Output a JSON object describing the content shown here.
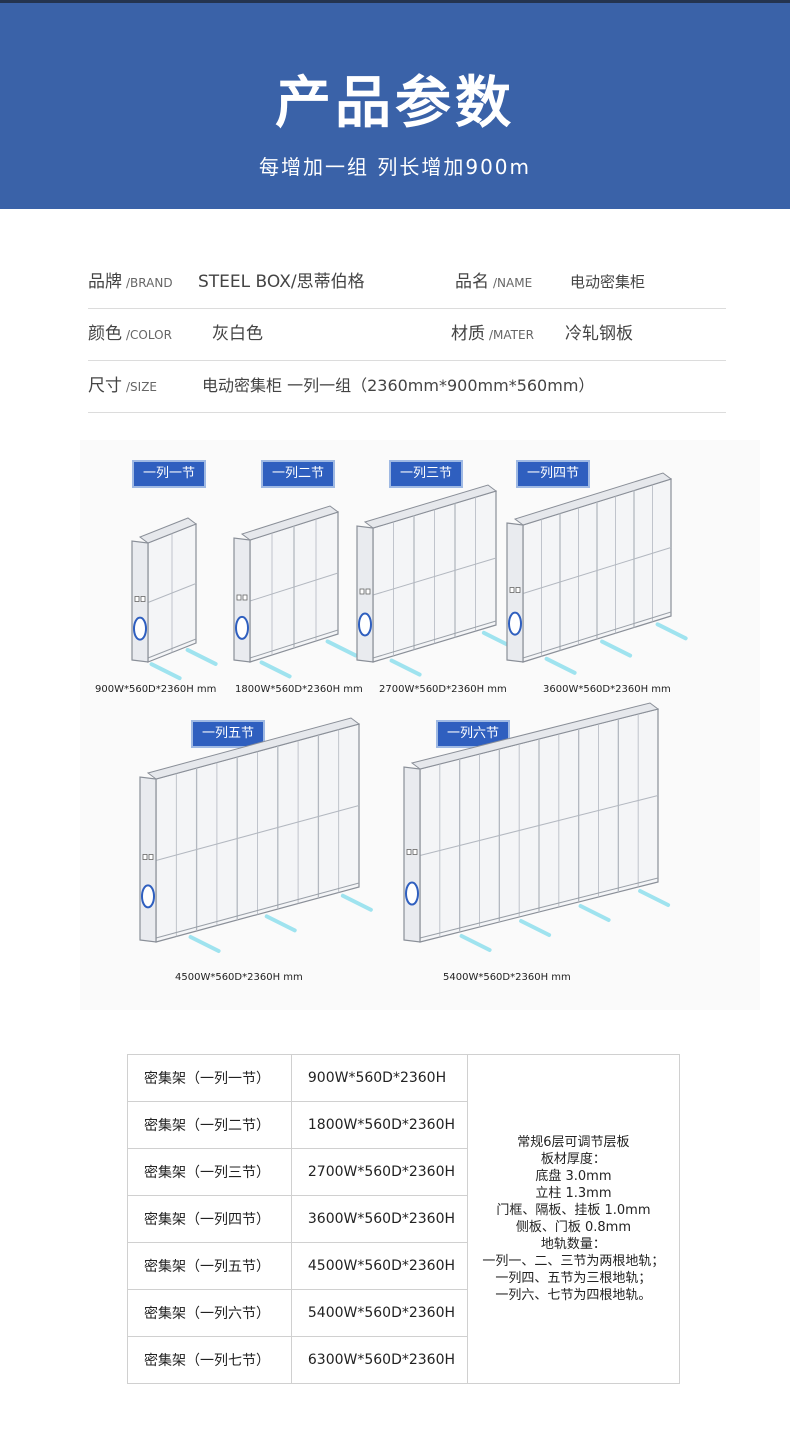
{
  "header": {
    "title": "产品参数",
    "subtitle": "每增加一组 列长增加900m"
  },
  "specs": {
    "brand_label": "品牌",
    "brand_label_en": "/BRAND",
    "brand_value": "STEEL BOX/思蒂伯格",
    "name_label": "品名",
    "name_label_en": "/NAME",
    "name_value": "电动密集柜",
    "color_label": "颜色",
    "color_label_en": "/COLOR",
    "color_value": "灰白色",
    "material_label": "材质",
    "material_label_en": "/MATER",
    "material_value": "冷轧钢板",
    "size_label": "尺寸",
    "size_label_en": "/SIZE",
    "size_value": "电动密集柜  一列一组（2360mm*900mm*560mm）"
  },
  "cabinets": [
    {
      "tag": "一列一节",
      "caption": "900W*560D*2360H mm",
      "sections": 1
    },
    {
      "tag": "一列二节",
      "caption": "1800W*560D*2360H mm",
      "sections": 2
    },
    {
      "tag": "一列三节",
      "caption": "2700W*560D*2360H mm",
      "sections": 3
    },
    {
      "tag": "一列四节",
      "caption": "3600W*560D*2360H mm",
      "sections": 4
    },
    {
      "tag": "一列五节",
      "caption": "4500W*560D*2360H mm",
      "sections": 5
    },
    {
      "tag": "一列六节",
      "caption": "5400W*560D*2360H mm",
      "sections": 6
    }
  ],
  "table": {
    "rows": [
      {
        "name": "密集架（一列一节）",
        "size": "900W*560D*2360H"
      },
      {
        "name": "密集架（一列二节）",
        "size": "1800W*560D*2360H"
      },
      {
        "name": "密集架（一列三节）",
        "size": "2700W*560D*2360H"
      },
      {
        "name": "密集架（一列四节）",
        "size": "3600W*560D*2360H"
      },
      {
        "name": "密集架（一列五节）",
        "size": "4500W*560D*2360H"
      },
      {
        "name": "密集架（一列六节）",
        "size": "5400W*560D*2360H"
      },
      {
        "name": "密集架（一列七节）",
        "size": "6300W*560D*2360H"
      }
    ],
    "note_lines": [
      "常规6层可调节层板",
      "板材厚度：",
      "底盘 3.0mm",
      "立柱 1.3mm",
      "门框、隔板、挂板 1.0mm",
      "侧板、门板 0.8mm",
      "地轨数量：",
      "一列一、二、三节为两根地轨；",
      "一列四、五节为三根地轨；",
      "一列六、七节为四根地轨。"
    ]
  },
  "colors": {
    "banner": "#3a62a8",
    "tag": "#2f5fbf",
    "rail": "#9fe3ef"
  }
}
